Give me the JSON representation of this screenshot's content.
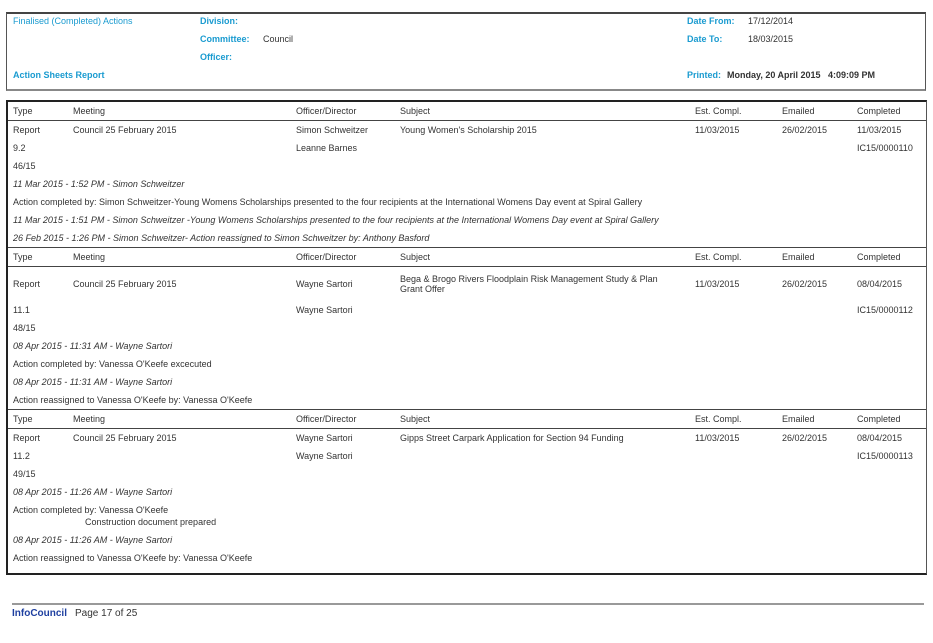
{
  "header": {
    "report_type": "Finalised (Completed) Actions",
    "division_label": "Division:",
    "division_value": "",
    "committee_label": "Committee:",
    "committee_value": "Council",
    "officer_label": "Officer:",
    "officer_value": "",
    "report_name": "Action Sheets Report",
    "date_from_label": "Date From:",
    "date_from_value": "17/12/2014",
    "date_to_label": "Date To:",
    "date_to_value": "18/03/2015",
    "printed_label": "Printed:",
    "printed_value": "Monday, 20 April 2015   4:09:09 PM"
  },
  "columns": [
    "Type",
    "Meeting",
    "Officer/Director",
    "Subject",
    "Est. Compl.",
    "Emailed",
    "Completed"
  ],
  "actions": [
    {
      "type": "Report",
      "meeting": "Council 25 February 2015",
      "officer": "Simon Schweitzer",
      "subject": "Young Women's Scholarship 2015",
      "est": "11/03/2015",
      "emailed": "26/02/2015",
      "completed": "11/03/2015",
      "item": "9.2",
      "officer2": "Leanne Barnes",
      "ref": "IC15/0000110",
      "number": "46/15",
      "notes": [
        {
          "text": "11 Mar 2015 - 1:52 PM - Simon Schweitzer",
          "italic": true
        },
        {
          "text": "Action completed by: Simon Schweitzer-Young Womens Scholarships presented to the four recipients at the International Womens Day event at Spiral Gallery"
        },
        {
          "text": "11 Mar 2015 - 1:51 PM - Simon Schweitzer -Young Womens Scholarships presented to the four recipients at the International Womens Day event at Spiral Gallery",
          "italic": true
        },
        {
          "text": "26 Feb 2015 - 1:26 PM - Simon Schweitzer- Action reassigned to Simon Schweitzer by: Anthony Basford",
          "italic": true
        }
      ]
    },
    {
      "type": "Report",
      "meeting": "Council 25 February 2015",
      "officer": "Wayne Sartori",
      "subject": "Bega & Brogo Rivers Floodplain Risk Management Study & Plan Grant Offer",
      "est": "11/03/2015",
      "emailed": "26/02/2015",
      "completed": "08/04/2015",
      "item": "11.1",
      "officer2": "Wayne Sartori",
      "ref": "IC15/0000112",
      "number": "48/15",
      "notes": [
        {
          "text": "08 Apr 2015 - 11:31 AM - Wayne Sartori",
          "italic": true
        },
        {
          "text": "Action completed by: Vanessa O'Keefe  excecuted"
        },
        {
          "text": "08 Apr 2015 - 11:31 AM - Wayne Sartori",
          "italic": true
        },
        {
          "text": "Action reassigned to Vanessa O'Keefe by: Vanessa O'Keefe"
        }
      ]
    },
    {
      "type": "Report",
      "meeting": "Council 25 February 2015",
      "officer": "Wayne Sartori",
      "subject": "Gipps Street Carpark Application for Section 94 Funding",
      "est": "11/03/2015",
      "emailed": "26/02/2015",
      "completed": "08/04/2015",
      "item": "11.2",
      "officer2": "Wayne Sartori",
      "ref": "IC15/0000113",
      "number": "49/15",
      "notes": [
        {
          "text": "08 Apr 2015 - 11:26 AM - Wayne Sartori",
          "italic": true
        },
        {
          "text": "Action completed by: Vanessa O'Keefe",
          "extra": "Construction document prepared"
        },
        {
          "text": "08 Apr 2015 - 11:26 AM - Wayne Sartori",
          "italic": true
        },
        {
          "text": "Action reassigned to Vanessa O'Keefe by: Vanessa O'Keefe"
        }
      ]
    }
  ],
  "footer": {
    "brand": "InfoCouncil",
    "page": "Page 17 of 25"
  }
}
